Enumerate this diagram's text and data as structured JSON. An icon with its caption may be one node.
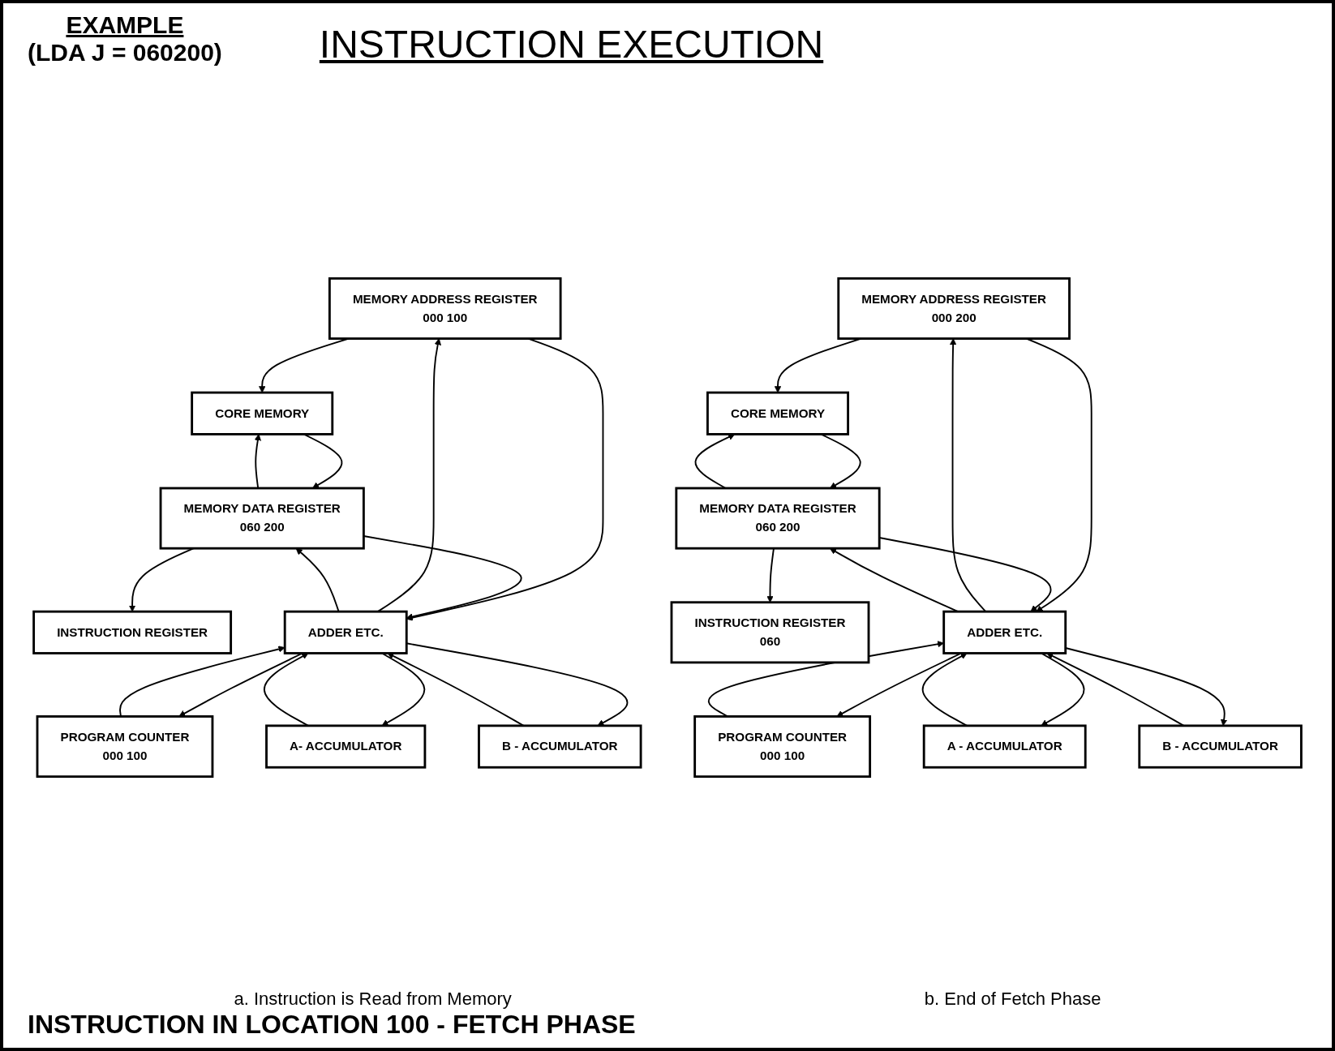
{
  "diagram": {
    "title": "INSTRUCTION EXECUTION",
    "nodes": [
      {
        "text": [
          "MEMORY ADDRESS REGISTER",
          "000 100"
        ]
      },
      {
        "text": [
          "CORE MEMORY"
        ]
      },
      {
        "text": [
          "MEMORY DATA REGISTER",
          "060 200"
        ]
      },
      {
        "text": [
          "INSTRUCTION REGISTER"
        ]
      },
      {
        "text": [
          "ADDER ETC."
        ]
      },
      {
        "text": [
          "PROGRAM COUNTER",
          "000 100"
        ]
      },
      {
        "text": [
          "A- ACCUMULATOR"
        ]
      },
      {
        "text": [
          "B - ACCUMULATOR"
        ]
      },
      {
        "text": [
          "MEMORY ADDRESS REGISTER",
          "000 200"
        ]
      },
      {
        "text": [
          "CORE MEMORY"
        ]
      },
      {
        "text": [
          "MEMORY DATA REGISTER",
          "060 200"
        ]
      },
      {
        "text": [
          "INSTRUCTION REGISTER",
          "060"
        ]
      },
      {
        "text": [
          "ADDER ETC."
        ]
      },
      {
        "text": [
          "PROGRAM COUNTER",
          "000 100"
        ]
      },
      {
        "text": [
          "A - ACCUMULATOR"
        ]
      },
      {
        "text": [
          "B - ACCUMULATOR"
        ]
      }
    ],
    "edges": [
      {
        "from": 0,
        "to": 1,
        "arrow": "to"
      },
      {
        "from": 1,
        "to": 2,
        "arrow": "to"
      },
      {
        "from": 2,
        "to": 1,
        "arrow": "to"
      },
      {
        "from": 2,
        "to": 3,
        "arrow": "to"
      },
      {
        "from": 0,
        "to": 4,
        "arrow": "to"
      },
      {
        "from": 2,
        "to": 4,
        "arrow": "to"
      },
      {
        "from": 5,
        "to": 4,
        "arrow": "to"
      },
      {
        "from": 6,
        "to": 4,
        "arrow": "to"
      },
      {
        "from": 7,
        "to": 4,
        "arrow": "to"
      },
      {
        "from": 4,
        "to": 0,
        "arrow": "to"
      },
      {
        "from": 4,
        "to": 2,
        "arrow": "to"
      },
      {
        "from": 4,
        "to": 5,
        "arrow": "to"
      },
      {
        "from": 4,
        "to": 6,
        "arrow": "to"
      },
      {
        "from": 4,
        "to": 7,
        "arrow": "to"
      },
      {
        "from": 8,
        "to": 9,
        "arrow": "to"
      },
      {
        "from": 9,
        "to": 10,
        "arrow": "to"
      },
      {
        "from": 10,
        "to": 9,
        "arrow": "to"
      },
      {
        "from": 10,
        "to": 11,
        "arrow": "to"
      },
      {
        "from": 8,
        "to": 12,
        "arrow": "to"
      },
      {
        "from": 10,
        "to": 12,
        "arrow": "to"
      },
      {
        "from": 13,
        "to": 12,
        "arrow": "to"
      },
      {
        "from": 14,
        "to": 12,
        "arrow": "to"
      },
      {
        "from": 15,
        "to": 12,
        "arrow": "to"
      },
      {
        "from": 12,
        "to": 8,
        "arrow": "to"
      },
      {
        "from": 12,
        "to": 10,
        "arrow": "to"
      },
      {
        "from": 12,
        "to": 13,
        "arrow": "to"
      },
      {
        "from": 12,
        "to": 14,
        "arrow": "to"
      },
      {
        "from": 12,
        "to": 15,
        "arrow": "to"
      }
    ],
    "labels": [
      "EXAMPLE",
      "(LDA J = 060200)",
      "a. Instruction is Read from Memory",
      "b. End of Fetch Phase",
      "INSTRUCTION IN LOCATION 100 - FETCH PHASE"
    ]
  }
}
